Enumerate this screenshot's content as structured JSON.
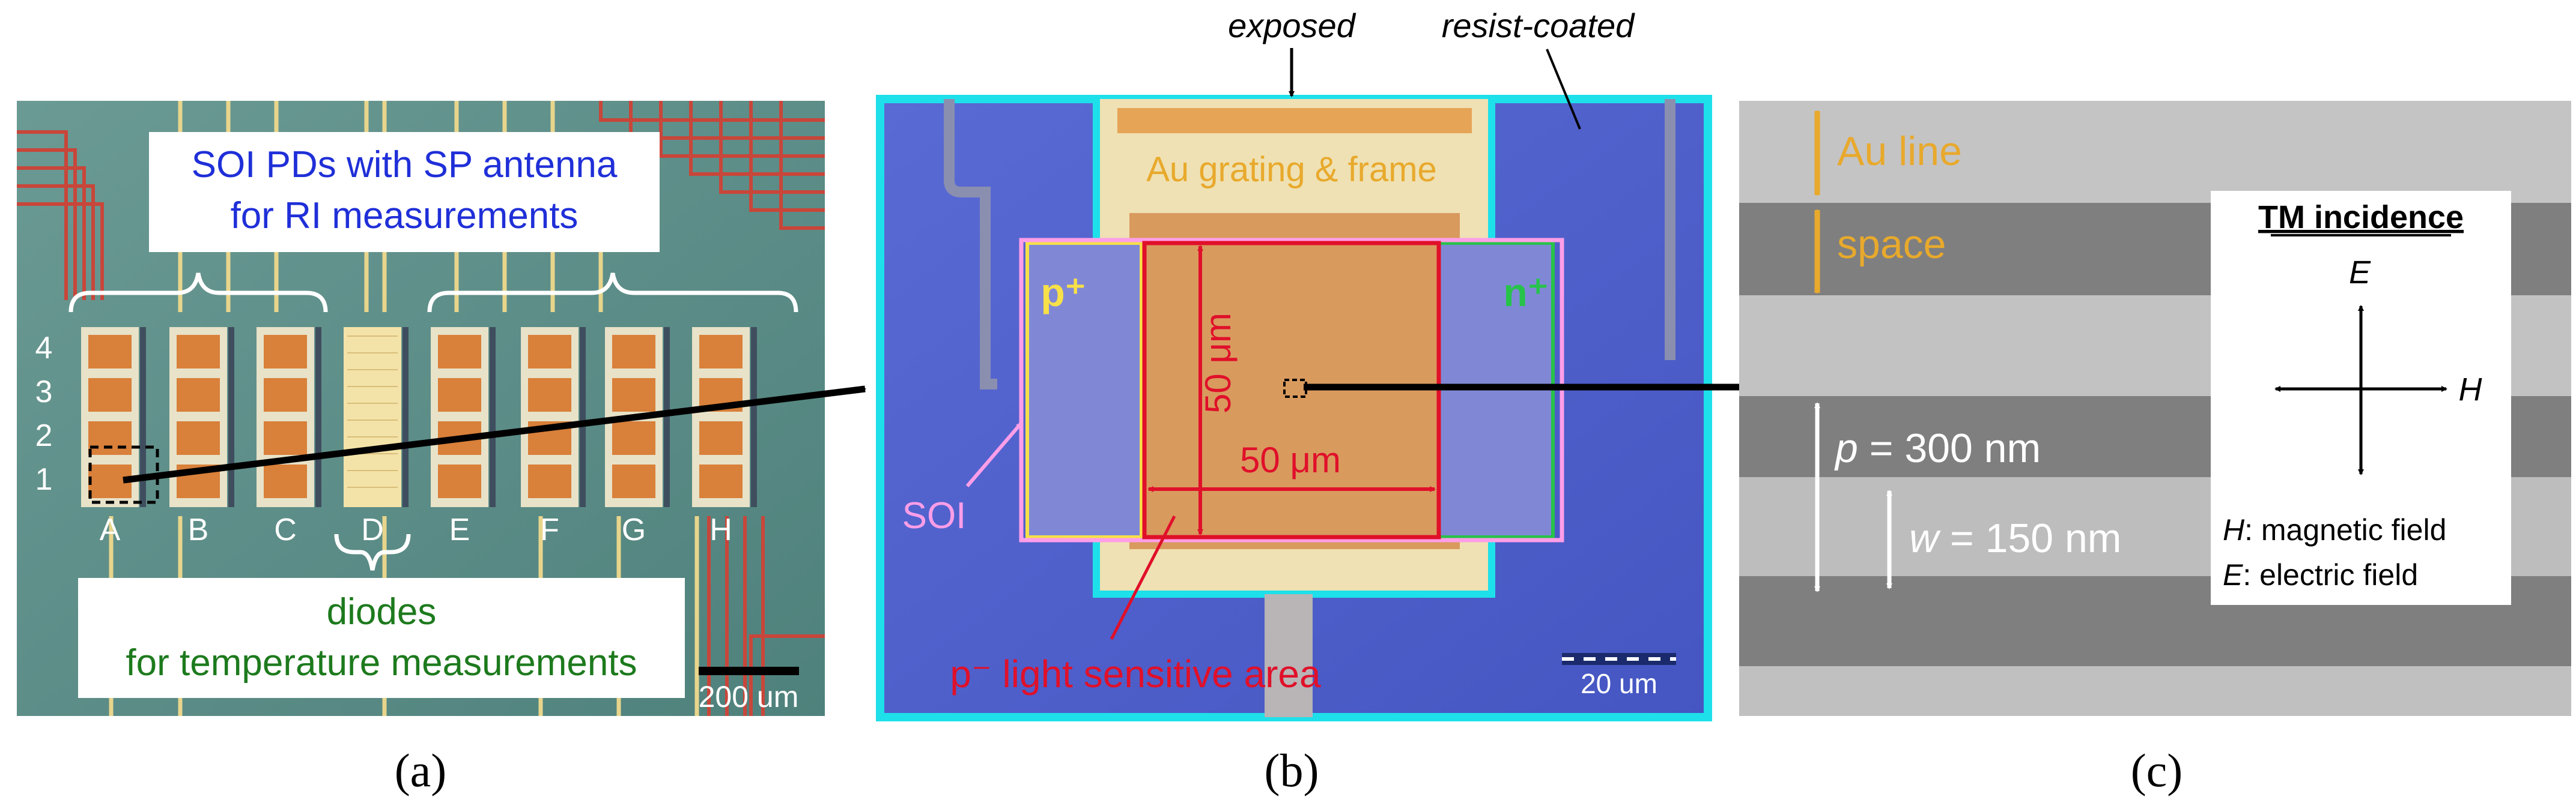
{
  "panel_a": {
    "title_line1": "SOI PDs with SP antenna",
    "title_line2": "for RI measurements",
    "row_labels": [
      "4",
      "3",
      "2",
      "1"
    ],
    "column_labels": [
      "A",
      "B",
      "C",
      "D",
      "E",
      "F",
      "G",
      "H"
    ],
    "diode_line1": "diodes",
    "diode_line2": "for temperature measurements",
    "scale": "200 um",
    "caption": "(a)"
  },
  "panel_b": {
    "exposed": "exposed",
    "resist": "resist-coated",
    "grating": "Au grating & frame",
    "p_plus": "p⁺",
    "n_plus": "n⁺",
    "dim_v": "50 μm",
    "dim_h": "50 μm",
    "soi": "SOI",
    "sensitive": "p⁻ light sensitive area",
    "scale": "20 um",
    "caption": "(b)"
  },
  "panel_c": {
    "au_line": "Au line",
    "space": "space",
    "p_var": "p",
    "p_val": " = 300 nm",
    "w_var": "w",
    "w_val": " = 150 nm",
    "tm_title": "TM incidence",
    "e_label": "E",
    "h_label": "H",
    "h_desc_var": "H",
    "h_desc": ": magnetic field",
    "e_desc_var": "E",
    "e_desc": ": electric field",
    "caption": "(c)"
  },
  "colors": {
    "chip_teal": "#5b8d86",
    "pad_orange": "#d9803a",
    "wire_red": "#c8463a",
    "wire_yellow": "#e8d58c",
    "blue_text": "#1f2fd8",
    "green_text": "#1d7a1d",
    "cyan_frame": "#1ee0ea",
    "si_blue": "#5060c8",
    "au_gold": "#e8a92c",
    "red_mark": "#e0102a",
    "pink_soi": "#ff7ee0",
    "sem_gray": "#8a8a8a"
  }
}
